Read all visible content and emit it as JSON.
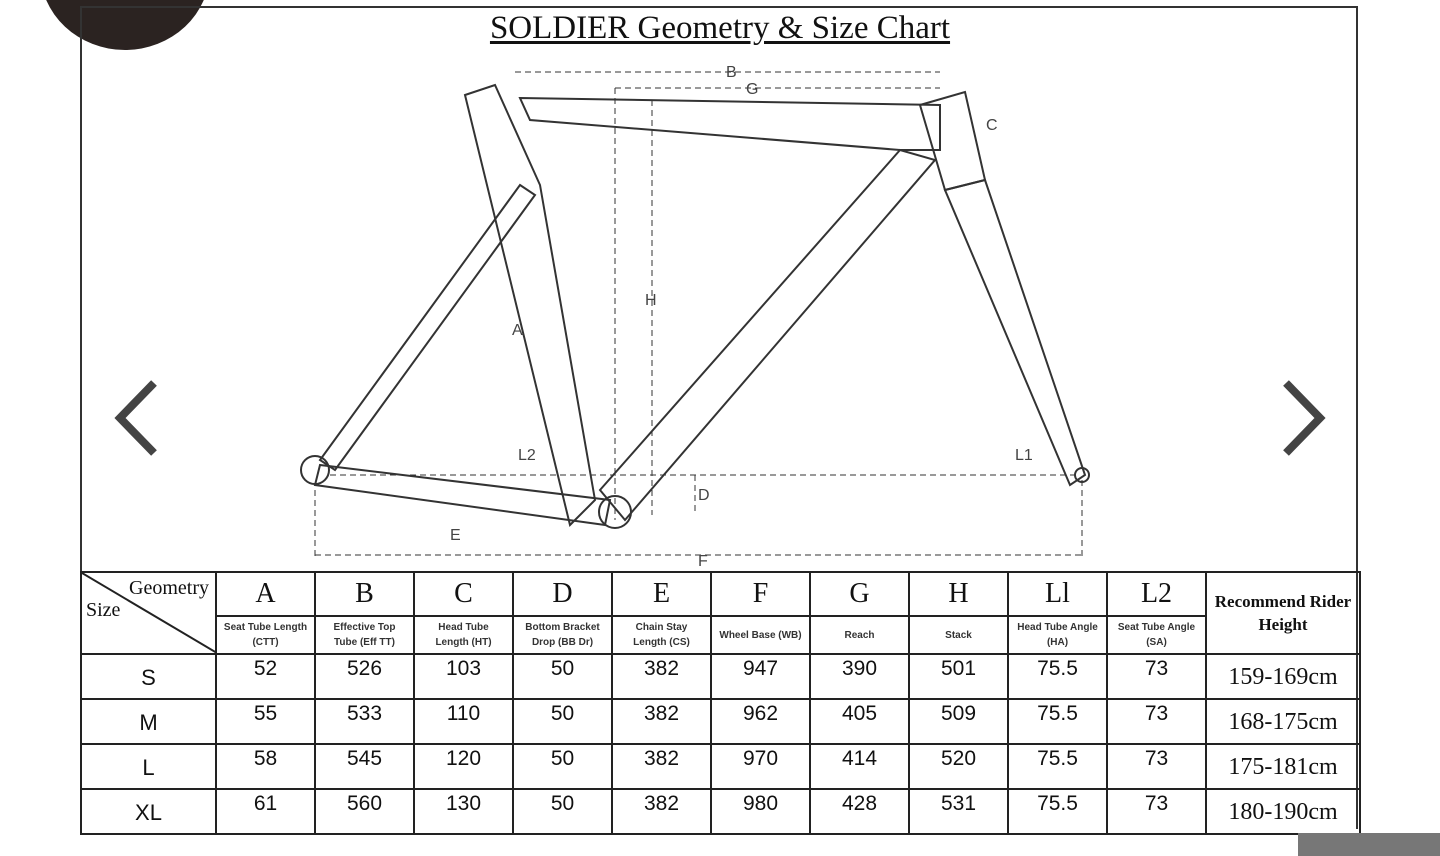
{
  "title": "SOLDIER Geometry & Size Chart",
  "diagram_labels": {
    "A": "A",
    "B": "B",
    "C": "C",
    "D": "D",
    "E": "E",
    "F": "F",
    "G": "G",
    "H": "H",
    "L1": "L1",
    "L2": "L2"
  },
  "nav": {
    "prev_icon": "chevron-left-icon",
    "next_icon": "chevron-right-icon"
  },
  "table": {
    "corner_geometry": "Geometry",
    "corner_size": "Size",
    "columns": [
      {
        "letter": "A",
        "desc1": "Seat Tube Length",
        "desc2": "(CTT)"
      },
      {
        "letter": "B",
        "desc1": "Effective Top",
        "desc2": "Tube (Eff TT)"
      },
      {
        "letter": "C",
        "desc1": "Head Tube",
        "desc2": "Length (HT)"
      },
      {
        "letter": "D",
        "desc1": "Bottom Bracket",
        "desc2": "Drop (BB Dr)"
      },
      {
        "letter": "E",
        "desc1": "Chain Stay",
        "desc2": "Length (CS)"
      },
      {
        "letter": "F",
        "desc1": "Wheel Base (WB)",
        "desc2": ""
      },
      {
        "letter": "G",
        "desc1": "Reach",
        "desc2": ""
      },
      {
        "letter": "H",
        "desc1": "Stack",
        "desc2": ""
      },
      {
        "letter": "Ll",
        "desc1": "Head Tube Angle",
        "desc2": "(HA)"
      },
      {
        "letter": "L2",
        "desc1": "Seat Tube Angle",
        "desc2": "(SA)"
      }
    ],
    "rec_header1": "Recommend Rider",
    "rec_header2": "Height",
    "rows": [
      {
        "size": "S",
        "values": [
          "52",
          "526",
          "103",
          "50",
          "382",
          "947",
          "390",
          "501",
          "75.5",
          "73"
        ],
        "height": "159-169cm"
      },
      {
        "size": "M",
        "values": [
          "55",
          "533",
          "110",
          "50",
          "382",
          "962",
          "405",
          "509",
          "75.5",
          "73"
        ],
        "height": "168-175cm"
      },
      {
        "size": "L",
        "values": [
          "58",
          "545",
          "120",
          "50",
          "382",
          "970",
          "414",
          "520",
          "75.5",
          "73"
        ],
        "height": "175-181cm"
      },
      {
        "size": "XL",
        "values": [
          "61",
          "560",
          "130",
          "50",
          "382",
          "980",
          "428",
          "531",
          "75.5",
          "73"
        ],
        "height": "180-190cm"
      }
    ]
  }
}
